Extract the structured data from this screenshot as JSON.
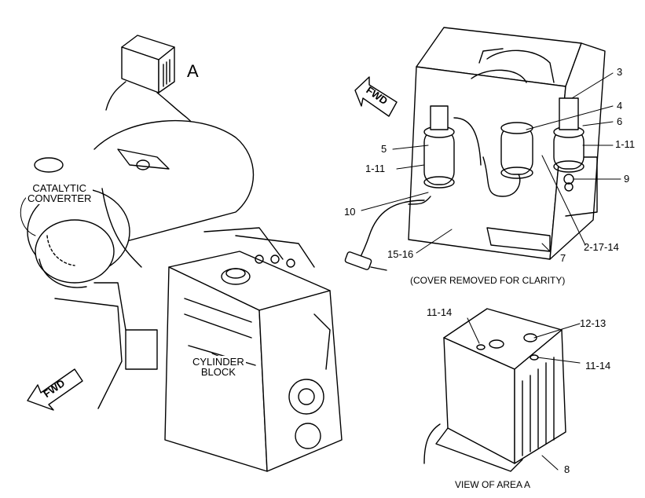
{
  "callouts": {
    "area_a": "A",
    "catalytic_converter": "CATALYTIC\nCONVERTER",
    "cylinder_block": "CYLINDER\nBLOCK",
    "fwd_left": "FWD",
    "fwd_top": "FWD"
  },
  "top_view": {
    "caption": "(COVER REMOVED FOR CLARITY)",
    "refs": {
      "r3": "3",
      "r4": "4",
      "r6": "6",
      "r1_11_right": "1-11",
      "r9": "9",
      "r5": "5",
      "r1_11_left": "1-11",
      "r10": "10",
      "r15_16": "15-16",
      "r7": "7",
      "r2_17_14": "2-17-14"
    }
  },
  "area_view": {
    "caption": "VIEW OF AREA A",
    "refs": {
      "r11_14_top": "11-14",
      "r12_13": "12-13",
      "r11_14_right": "11-14",
      "r8": "8"
    }
  }
}
